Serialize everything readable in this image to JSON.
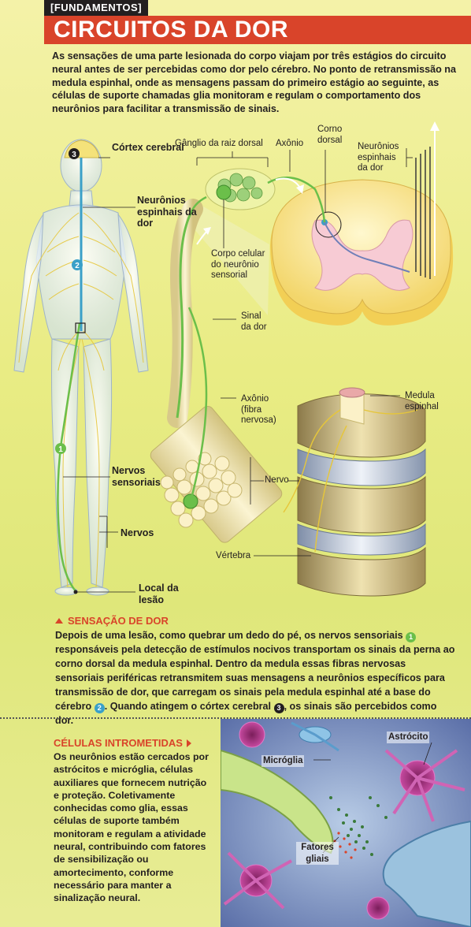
{
  "header": {
    "kicker": "[FUNDAMENTOS]",
    "title": "CIRCUITOS DA DOR"
  },
  "intro": "As sensações de uma parte lesionada do corpo viajam por três estágios do circuito neural antes de ser percebidas como dor pelo cérebro. No ponto de retransmissão na medula espinhal, onde as mensagens passam do primeiro estágio ao seguinte, as células de suporte chamadas glia monitoram e regulam o comportamento dos neurônios para facilitar a transmissão de sinais.",
  "labels": {
    "cortex": "Córtex cerebral",
    "neuronios_body": "Neurônios espinhais da dor",
    "nervos_sensoriais": "Nervos sensoriais",
    "nervos": "Nervos",
    "local_lesao": "Local da lesão",
    "ganglio": "Gânglio da raiz dorsal",
    "axonio": "Axônio",
    "corno_dorsal": "Corno dorsal",
    "neuronios_spinal": "Neurônios espinhais da dor",
    "corpo_celular": "Corpo celular do neurônio sensorial",
    "sinal_dor": "Sinal da dor",
    "axonio_fibra": "Axônio (fibra nervosa)",
    "medula": "Medula espinhal",
    "nervo": "Nervo",
    "vertebra": "Vértebra",
    "microglia": "Micróglia",
    "astrocito": "Astrócito",
    "fatores": "Fatores gliais"
  },
  "markers": {
    "one": "1",
    "two": "2",
    "three": "3"
  },
  "sensacao": {
    "title": "SENSAÇÃO DE DOR",
    "p1": "Depois de uma lesão, como quebrar um dedo do pé, os nervos sensoriais",
    "p2": "responsáveis pela detecção de estímulos nocivos transportam os sinais da perna ao corno dorsal da medula espinhal. Dentro da medula essas fibras nervosas sensoriais periféricas retransmitem suas mensagens a neurônios específicos para transmissão de dor, que carregam os sinais pela medula espinhal até a base do cérebro",
    "p3": ". Quando atingem o córtex cerebral",
    "p4": ", os sinais são percebidos como dor."
  },
  "celulas": {
    "title": "CÉLULAS INTROMETIDAS",
    "text": "Os neurônios estão cercados por astrócitos e micróglia, células auxiliares que fornecem nutrição e proteção. Coletivamente conhecidas como glia, essas células de suporte também monitoram e regulam a atividade neural, contribuindo com fatores de sensibilização ou amortecimento, conforme necessário para manter a sinalização neural."
  },
  "colors": {
    "accent": "#d9442a",
    "nerve": "#6bbf4a",
    "spinal_path": "#3aa0c8",
    "cream": "#f6ecb0"
  }
}
